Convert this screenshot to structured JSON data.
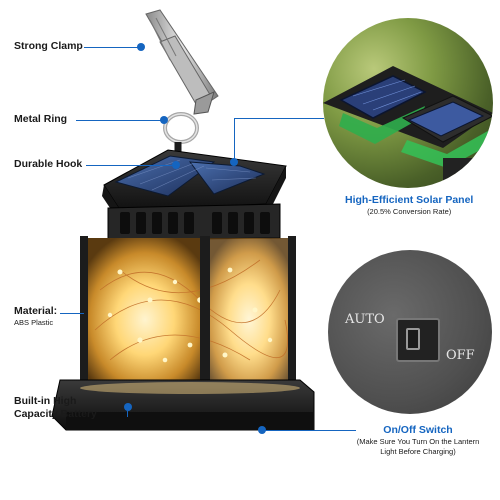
{
  "labels": {
    "strong_clamp": "Strong Clamp",
    "metal_ring": "Metal Ring",
    "durable_hook": "Durable Hook",
    "material_title": "Material:",
    "material_value": "ABS Plastic",
    "battery_line1": "Built-in High",
    "battery_line2": "Capacity Battery",
    "solar_title": "High-Efficient Solar Panel",
    "solar_sub": "(20.5% Conversion Rate)",
    "switch_title": "On/Off Switch",
    "switch_sub1": "(Make Sure You Turn On the Lantern",
    "switch_sub2": "Light Before Charging)"
  },
  "switch": {
    "auto": "AUTO",
    "off": "OFF"
  },
  "colors": {
    "accent": "#1565c0",
    "lantern_body": "#1f1f1f",
    "glow": "#ffcf6b"
  },
  "icons": {
    "clamp": "alligator-clip",
    "ring": "metal-ring",
    "hook": "hook",
    "solar_panel": "solar-panel",
    "switch": "slide-switch"
  }
}
